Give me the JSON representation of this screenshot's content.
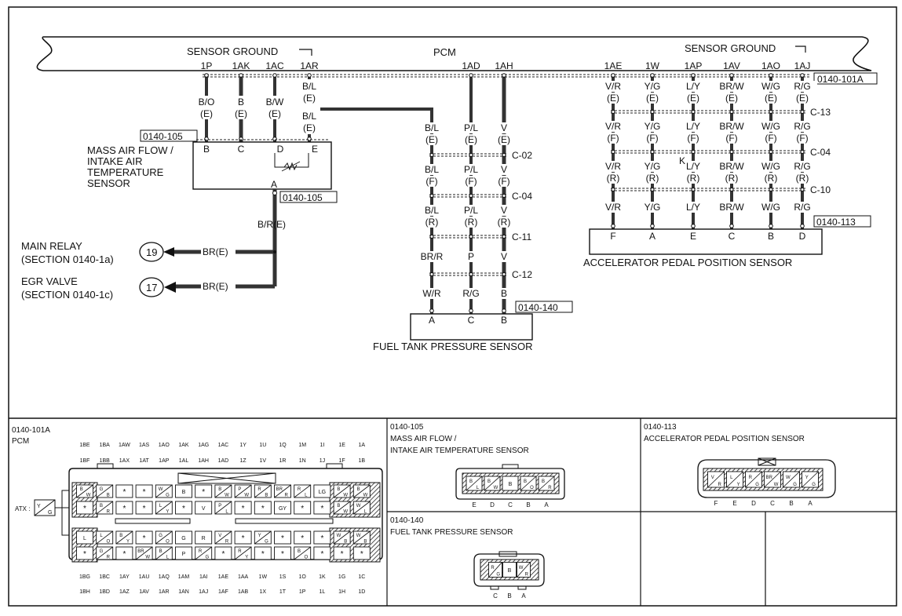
{
  "pcm": {
    "label": "PCM",
    "sensor_ground": "SENSOR GROUND",
    "connector_id": "0140-101A",
    "pins_left": [
      "1P",
      "1AK",
      "1AC",
      "1AR"
    ],
    "pins_mid": [
      "1AD",
      "1AH"
    ],
    "pins_right": [
      "1AE",
      "1W",
      "1AP",
      "1AV",
      "1AO",
      "1AJ"
    ]
  },
  "maf": {
    "connector_id": "0140-105",
    "name_lines": [
      "MASS AIR FLOW /",
      "INTAKE AIR",
      "TEMPERATURE",
      "SENSOR"
    ],
    "pins": [
      "B",
      "C",
      "D",
      "E"
    ],
    "bottom_pin": "A",
    "bottom_connector_id": "0140-105",
    "wires": [
      {
        "color": "B/O",
        "loc": "(E)"
      },
      {
        "color": "B",
        "loc": "(E)"
      },
      {
        "color": "B/W",
        "loc": "(E)"
      },
      {
        "color": "B/L",
        "loc": "(E)",
        "color2": "B/L",
        "loc2": "(E)"
      }
    ],
    "out_wire": "B/R(E)"
  },
  "relay": {
    "main_relay": [
      "MAIN RELAY",
      "(SECTION 0140-1a)"
    ],
    "main_relay_num": "19",
    "main_relay_wire": "BR(E)",
    "egr": [
      "EGR VALVE",
      "(SECTION 0140-1c)"
    ],
    "egr_num": "17",
    "egr_wire": "BR(E)"
  },
  "ftp": {
    "name": "FUEL TANK PRESSURE SENSOR",
    "connector_id": "0140-140",
    "pins": [
      "A",
      "C",
      "B"
    ],
    "rows": [
      [
        "B/L",
        "P/L",
        "V"
      ],
      [
        "(E)",
        "(E)",
        "(E)"
      ],
      [
        "B/L",
        "P/L",
        "V"
      ],
      [
        "(F)",
        "(F)",
        "(F)"
      ],
      [
        "B/L",
        "P/L",
        "V"
      ],
      [
        "(R)",
        "(R)",
        "(R)"
      ],
      [
        "BR/R",
        "P",
        "V"
      ],
      [
        "W/R",
        "R/G",
        "B"
      ]
    ],
    "joints": [
      "C-02",
      "C-04",
      "C-11",
      "C-12"
    ]
  },
  "app": {
    "name": "ACCELERATOR PEDAL POSITION SENSOR",
    "connector_id": "0140-113",
    "pins": [
      "F",
      "A",
      "E",
      "C",
      "B",
      "D"
    ],
    "colors": [
      "V/R",
      "Y/G",
      "L/Y",
      "BR/W",
      "W/G",
      "R/G"
    ],
    "locs": [
      "(E)",
      "(F)",
      "(R)"
    ],
    "joints": [
      "C-13",
      "C-04",
      "C-10"
    ],
    "k_label": "K"
  },
  "panels": {
    "pcm": {
      "id": "0140-101A",
      "name": "PCM",
      "top_row1": [
        "1BE",
        "1BA",
        "1AW",
        "1AS",
        "1AO",
        "1AK",
        "1AG",
        "1AC",
        "1Y",
        "1U",
        "1Q",
        "1M",
        "1I",
        "1E",
        "1A"
      ],
      "top_row2": [
        "1BF",
        "1BB",
        "1AX",
        "1AT",
        "1AP",
        "1AL",
        "1AH",
        "1AD",
        "1Z",
        "1V",
        "1R",
        "1N",
        "1J",
        "1F",
        "1B"
      ],
      "bot_row1": [
        "1BG",
        "1BC",
        "1AY",
        "1AU",
        "1AQ",
        "1AM",
        "1AI",
        "1AE",
        "1AA",
        "1W",
        "1S",
        "1O",
        "1K",
        "1G",
        "1C"
      ],
      "bot_row2": [
        "1BH",
        "1BD",
        "1AZ",
        "1AV",
        "1AR",
        "1AN",
        "1AJ",
        "1AF",
        "1AB",
        "1X",
        "1T",
        "1P",
        "1L",
        "1H",
        "1D"
      ],
      "atx": "ATX :",
      "atx_wire": "Y/G",
      "grid": [
        [
          [
            "B",
            "W"
          ],
          [
            "G",
            "B"
          ],
          [
            "*"
          ],
          [
            "*"
          ],
          [
            "W",
            "G"
          ],
          [
            "B"
          ],
          [
            "*"
          ],
          [
            "B",
            "W"
          ],
          [
            "P",
            "W"
          ],
          [
            "R",
            "B"
          ],
          [
            "BR",
            "R"
          ],
          [
            "R",
            "L"
          ],
          [
            "LG"
          ],
          [
            "B",
            "W"
          ],
          [
            "B",
            "W"
          ]
        ],
        [
          [
            "*"
          ],
          [
            "B",
            "R"
          ],
          [
            "*"
          ],
          [
            "*"
          ],
          [
            "L",
            "Y"
          ],
          [
            "*"
          ],
          [
            "V"
          ],
          [
            "P",
            "L"
          ],
          [
            "*"
          ],
          [
            "*"
          ],
          [
            "GY"
          ],
          [
            "*"
          ],
          [
            "*"
          ],
          [
            "B",
            "W"
          ],
          [
            "W",
            "L"
          ]
        ],
        [
          [
            "L"
          ],
          [
            "L",
            "O"
          ],
          [
            "B",
            "Y"
          ],
          [
            "*"
          ],
          [
            "G",
            "O"
          ],
          [
            "G"
          ],
          [
            "R"
          ],
          [
            "V",
            "R"
          ],
          [
            "*"
          ],
          [
            "Y",
            "G"
          ],
          [
            "*"
          ],
          [
            "*"
          ],
          [
            "*"
          ],
          [
            "W",
            "B"
          ],
          [
            "W",
            "B"
          ]
        ],
        [
          [
            "*"
          ],
          [
            "G",
            "R"
          ],
          [
            "*"
          ],
          [
            "BR",
            "W"
          ],
          [
            "B",
            "L"
          ],
          [
            "P"
          ],
          [
            "R",
            "G"
          ],
          [
            "*"
          ],
          [
            "R",
            "Y"
          ],
          [
            "*"
          ],
          [
            "*"
          ],
          [
            "B",
            "O"
          ],
          [
            "*"
          ],
          [
            "*"
          ],
          [
            "*"
          ]
        ]
      ]
    },
    "maf": {
      "id": "0140-105",
      "name_lines": [
        "MASS AIR FLOW /",
        "INTAKE AIR TEMPERATURE SENSOR"
      ],
      "cells": [
        [
          "B",
          "L"
        ],
        [
          "B",
          "W"
        ],
        [
          "B"
        ],
        [
          "B",
          "O"
        ],
        [
          "B",
          "R"
        ]
      ],
      "pins": [
        "E",
        "D",
        "C",
        "B",
        "A"
      ]
    },
    "app": {
      "id": "0140-113",
      "name": "ACCELERATOR PEDAL POSITION SENSOR",
      "cells": [
        [
          "V",
          "R"
        ],
        [
          "L",
          "Y"
        ],
        [
          "R",
          "G"
        ],
        [
          "BR",
          "W"
        ],
        [
          "W",
          "G"
        ],
        [
          "Y",
          "G"
        ]
      ],
      "pins": [
        "F",
        "E",
        "D",
        "C",
        "B",
        "A"
      ]
    },
    "ftp": {
      "id": "0140-140",
      "name": "FUEL TANK PRESSURE SENSOR",
      "cells": [
        [
          "R",
          "G"
        ],
        [
          "B"
        ],
        [
          "W",
          "R"
        ]
      ],
      "pins": [
        "C",
        "B",
        "A"
      ]
    }
  }
}
